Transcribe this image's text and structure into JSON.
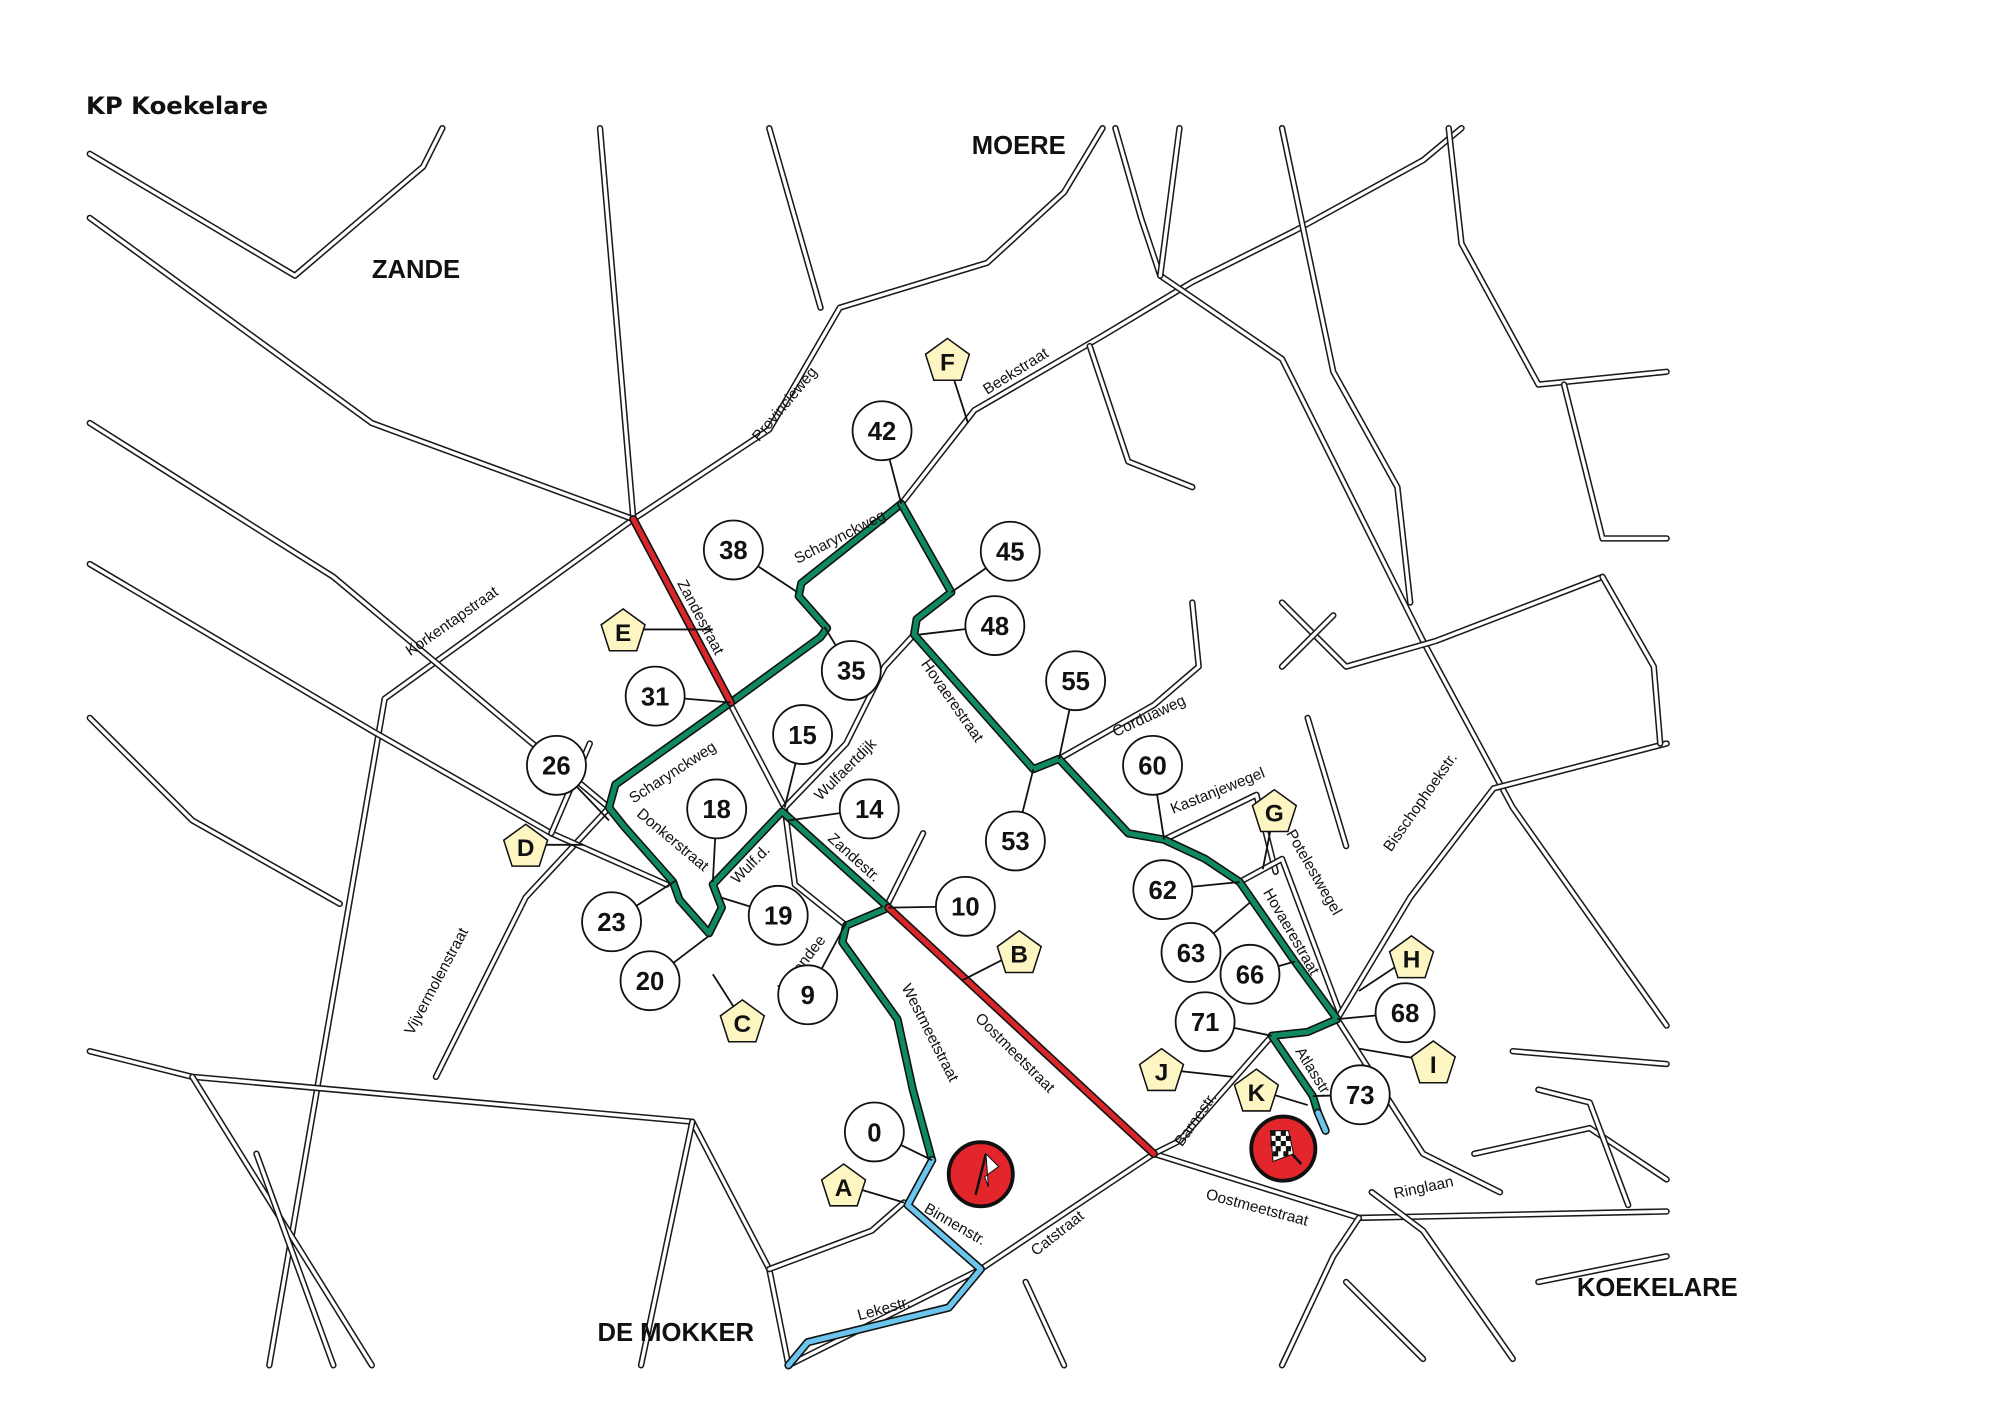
{
  "title": "KP Koekelare",
  "colors": {
    "route_green": "#0f8a5f",
    "route_red": "#d8262b",
    "route_blue": "#6cc5ec",
    "marker_fill": "#fdf6c3",
    "flag_red": "#e3262b"
  },
  "places": [
    "MOERE",
    "ZANDE",
    "DE MOKKER",
    "KOEKELARE"
  ],
  "nodes": [
    "42",
    "38",
    "45",
    "48",
    "35",
    "31",
    "55",
    "15",
    "26",
    "60",
    "18",
    "14",
    "53",
    "62",
    "10",
    "23",
    "19",
    "63",
    "66",
    "20",
    "9",
    "71",
    "68",
    "73",
    "0"
  ],
  "markers": [
    "F",
    "E",
    "D",
    "C",
    "B",
    "G",
    "H",
    "I",
    "J",
    "K",
    "A"
  ],
  "streets": [
    "Provincieweg",
    "Beekstraat",
    "Korkentapstraat",
    "Zandestraat",
    "Scharynckweg",
    "Scharynckweg",
    "Hovaerestraat",
    "Corduaweg",
    "Wulfaertdijk",
    "Donkerstraat",
    "Wulf.d.",
    "Zandestr.",
    "Kastanjewegel",
    "Potelestwegel",
    "Bisschophoekstr.",
    "Hovaerestraat",
    "Vijvermolenstraat",
    "Levendee",
    "Westmeetstraat",
    "Oostmeetstraat",
    "Atlasstr.",
    "Barnestr.",
    "Oostmeetstraat",
    "Ringlaan",
    "Catstraat",
    "Binnenstr.",
    "Lekestr."
  ],
  "flags": {
    "start": "start-flag-icon",
    "finish": "checkered-flag-icon"
  }
}
